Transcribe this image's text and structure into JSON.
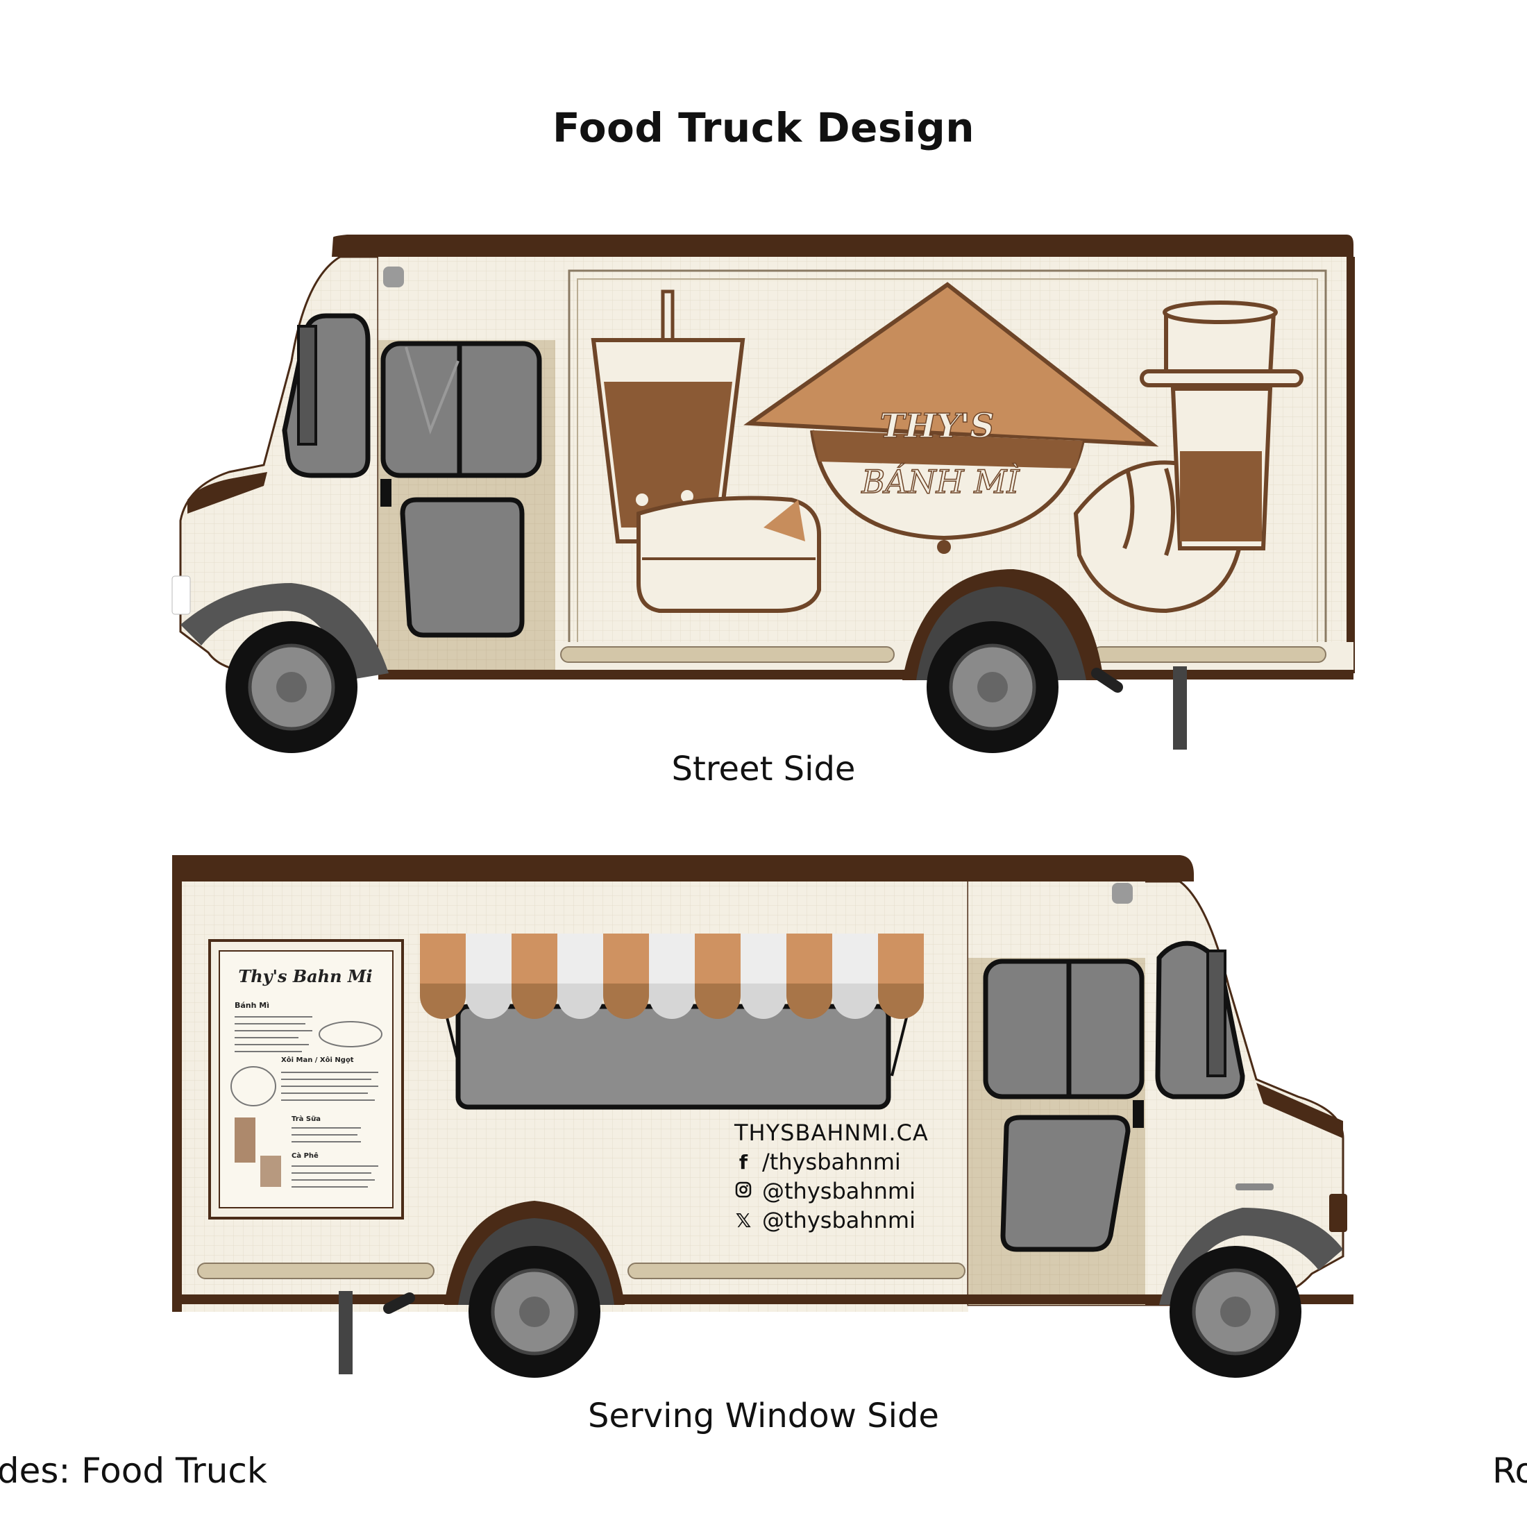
{
  "header": {
    "title": "Food Truck Design"
  },
  "street_side": {
    "caption": "Street Side",
    "logo_line1": "THY'S",
    "logo_line2": "BÁNH MÌ"
  },
  "window_side": {
    "caption": "Serving Window Side",
    "menu": {
      "title": "Thy's Bahn Mi",
      "sections": [
        "Bánh Mì",
        "Xôi Man / Xôi Ngọt",
        "Trà Sữa",
        "Cà Phê"
      ]
    },
    "contact": {
      "website": "THYSBAHNMI.CA",
      "facebook": "/thysbahnmi",
      "instagram": "@thysbahnmi",
      "x": "@thysbahnmi"
    }
  },
  "footer": {
    "left": "ides: Food Truck",
    "right": "Ro"
  },
  "icons": {
    "facebook": "facebook-icon",
    "instagram": "instagram-icon",
    "x": "x-icon"
  },
  "colors": {
    "body": "#f3eee2",
    "trim": "#4a2b17",
    "tan": "#d3c6a8",
    "glass": "#7f7f7f",
    "awning_brown": "#cf9261",
    "awning_dark": "#a87548",
    "hat": "#c78d5c"
  }
}
